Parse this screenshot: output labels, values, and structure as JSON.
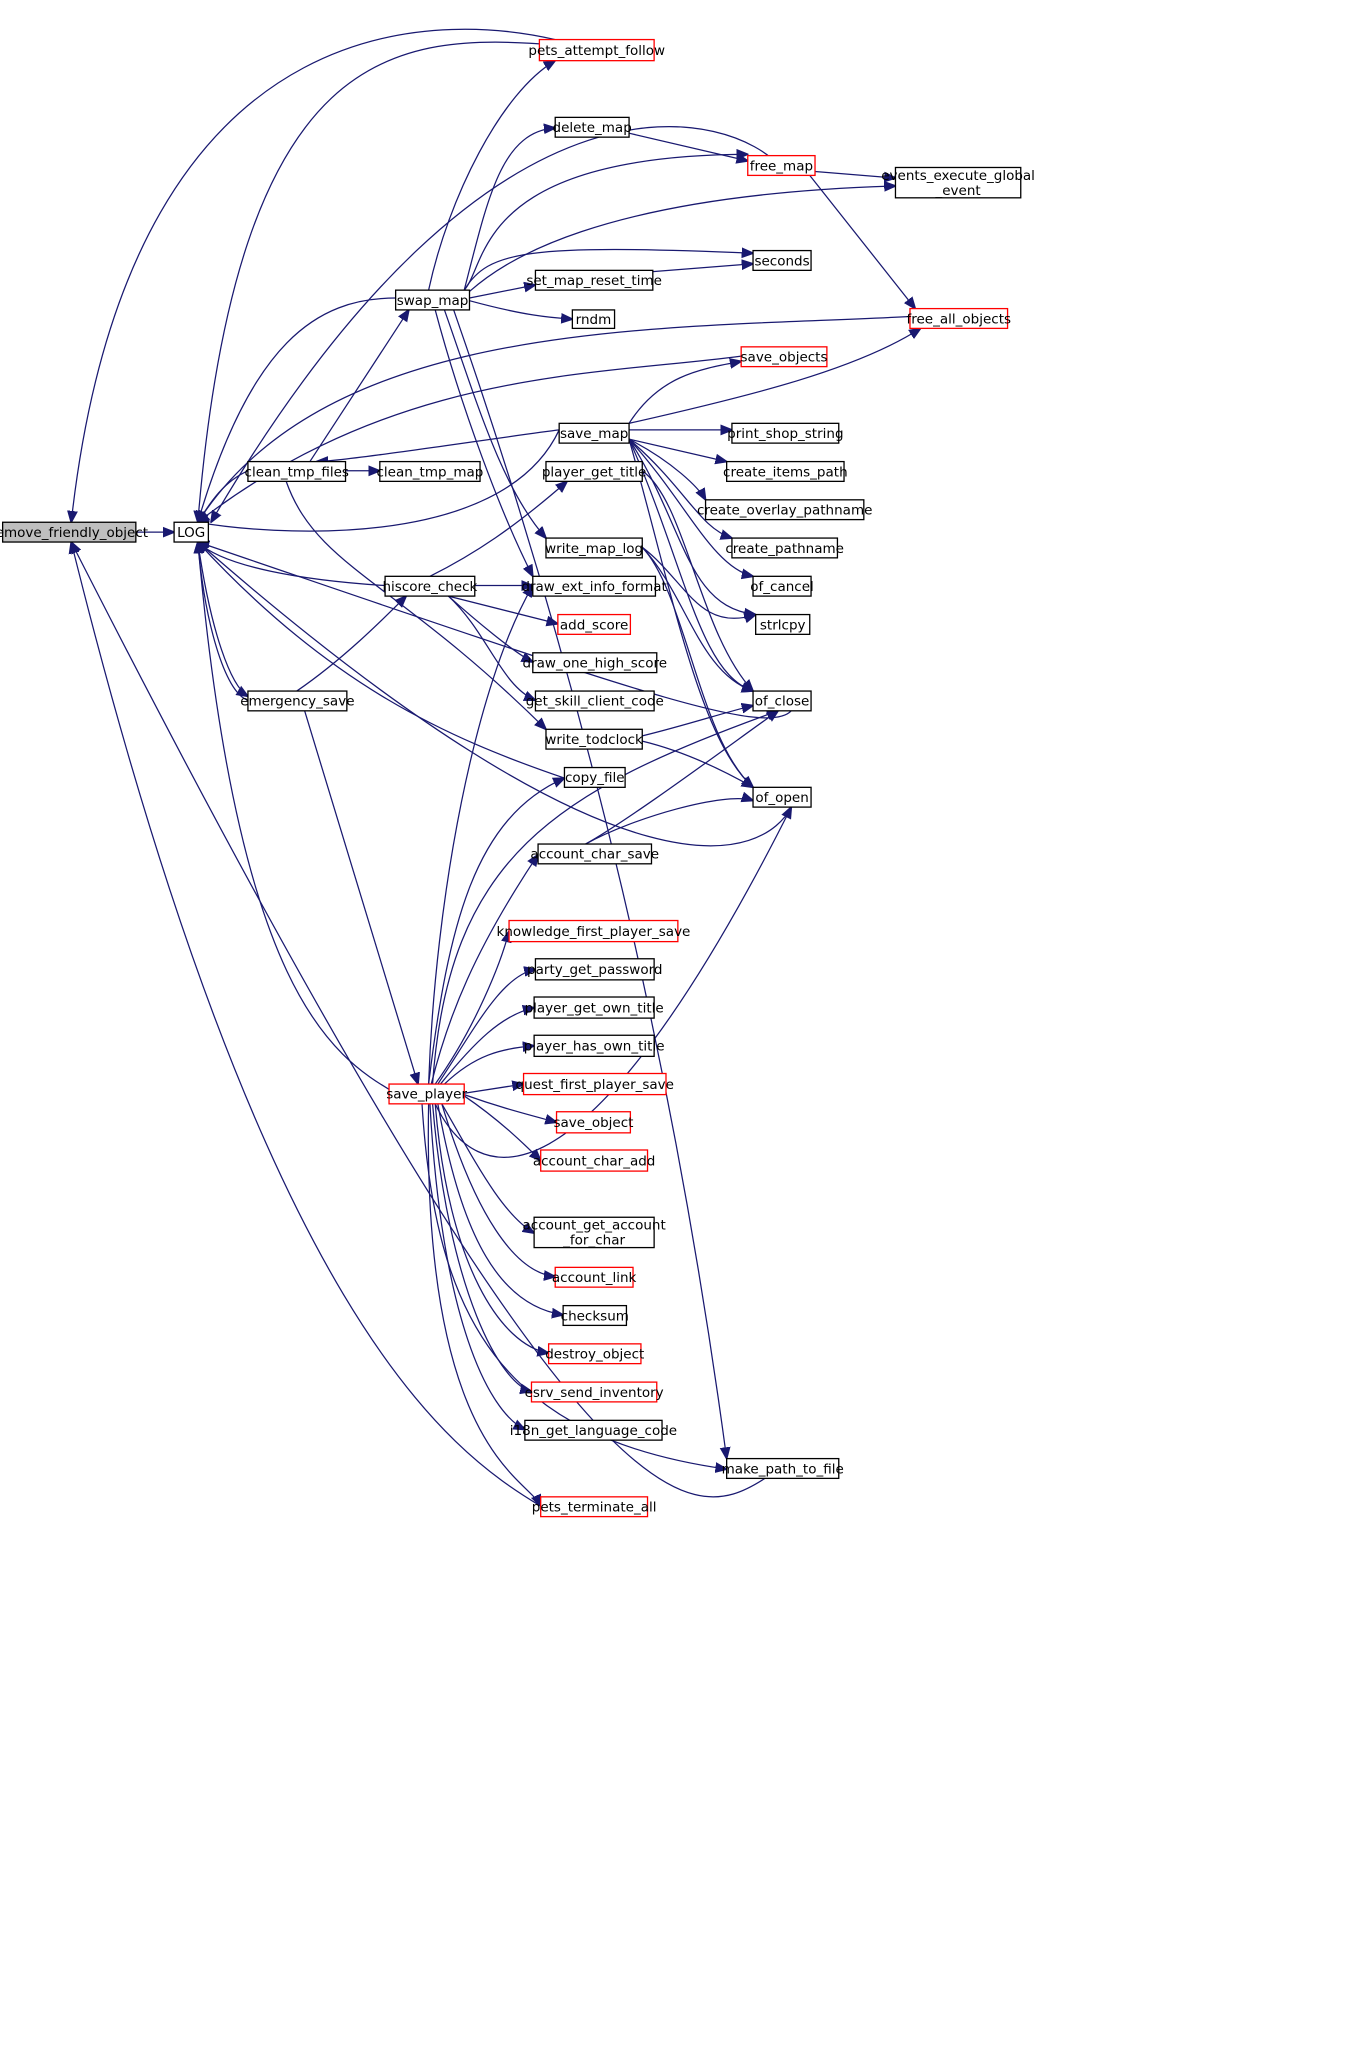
{
  "nodes": [
    {
      "id": "remove_friendly_object",
      "label": "remove_friendly_object",
      "color": "selected"
    },
    {
      "id": "LOG",
      "label": "LOG",
      "color": "black"
    },
    {
      "id": "pets_attempt_follow",
      "label": "pets_attempt_follow",
      "color": "red"
    },
    {
      "id": "delete_map",
      "label": "delete_map",
      "color": "black"
    },
    {
      "id": "free_map",
      "label": "free_map",
      "color": "red"
    },
    {
      "id": "events_execute_global_event",
      "label": [
        "events_execute_global",
        "_event"
      ],
      "color": "black"
    },
    {
      "id": "seconds",
      "label": "seconds",
      "color": "black"
    },
    {
      "id": "set_map_reset_time",
      "label": "set_map_reset_time",
      "color": "black"
    },
    {
      "id": "swap_map",
      "label": "swap_map",
      "color": "black"
    },
    {
      "id": "rndm",
      "label": "rndm",
      "color": "black"
    },
    {
      "id": "free_all_objects",
      "label": "free_all_objects",
      "color": "red"
    },
    {
      "id": "save_objects",
      "label": "save_objects",
      "color": "red"
    },
    {
      "id": "save_map",
      "label": "save_map",
      "color": "black"
    },
    {
      "id": "print_shop_string",
      "label": "print_shop_string",
      "color": "black"
    },
    {
      "id": "clean_tmp_files",
      "label": "clean_tmp_files",
      "color": "black"
    },
    {
      "id": "clean_tmp_map",
      "label": "clean_tmp_map",
      "color": "black"
    },
    {
      "id": "player_get_title",
      "label": "player_get_title",
      "color": "black"
    },
    {
      "id": "create_items_path",
      "label": "create_items_path",
      "color": "black"
    },
    {
      "id": "create_overlay_pathname",
      "label": "create_overlay_pathname",
      "color": "black"
    },
    {
      "id": "write_map_log",
      "label": "write_map_log",
      "color": "black"
    },
    {
      "id": "create_pathname",
      "label": "create_pathname",
      "color": "black"
    },
    {
      "id": "hiscore_check",
      "label": "hiscore_check",
      "color": "black"
    },
    {
      "id": "draw_ext_info_format",
      "label": "draw_ext_info_format",
      "color": "black"
    },
    {
      "id": "of_cancel",
      "label": "of_cancel",
      "color": "black"
    },
    {
      "id": "add_score",
      "label": "add_score",
      "color": "red"
    },
    {
      "id": "strlcpy",
      "label": "strlcpy",
      "color": "black"
    },
    {
      "id": "draw_one_high_score",
      "label": "draw_one_high_score",
      "color": "black"
    },
    {
      "id": "emergency_save",
      "label": "emergency_save",
      "color": "black"
    },
    {
      "id": "get_skill_client_code",
      "label": "get_skill_client_code",
      "color": "black"
    },
    {
      "id": "of_close",
      "label": "of_close",
      "color": "black"
    },
    {
      "id": "write_todclock",
      "label": "write_todclock",
      "color": "black"
    },
    {
      "id": "copy_file",
      "label": "copy_file",
      "color": "black"
    },
    {
      "id": "of_open",
      "label": "of_open",
      "color": "black"
    },
    {
      "id": "account_char_save",
      "label": "account_char_save",
      "color": "black"
    },
    {
      "id": "knowledge_first_player_save",
      "label": "knowledge_first_player_save",
      "color": "red"
    },
    {
      "id": "party_get_password",
      "label": "party_get_password",
      "color": "black"
    },
    {
      "id": "player_get_own_title",
      "label": "player_get_own_title",
      "color": "black"
    },
    {
      "id": "player_has_own_title",
      "label": "player_has_own_title",
      "color": "black"
    },
    {
      "id": "quest_first_player_save",
      "label": "quest_first_player_save",
      "color": "red"
    },
    {
      "id": "save_player",
      "label": "save_player",
      "color": "red"
    },
    {
      "id": "save_object",
      "label": "save_object",
      "color": "red"
    },
    {
      "id": "account_char_add",
      "label": "account_char_add",
      "color": "red"
    },
    {
      "id": "account_get_account_for_char",
      "label": [
        "account_get_account",
        "_for_char"
      ],
      "color": "black"
    },
    {
      "id": "account_link",
      "label": "account_link",
      "color": "red"
    },
    {
      "id": "checksum",
      "label": "checksum",
      "color": "black"
    },
    {
      "id": "destroy_object",
      "label": "destroy_object",
      "color": "red"
    },
    {
      "id": "esrv_send_inventory",
      "label": "esrv_send_inventory",
      "color": "red"
    },
    {
      "id": "i18n_get_language_code",
      "label": "i18n_get_language_code",
      "color": "black"
    },
    {
      "id": "make_path_to_file",
      "label": "make_path_to_file",
      "color": "black"
    },
    {
      "id": "pets_terminate_all",
      "label": "pets_terminate_all",
      "color": "red"
    }
  ]
}
